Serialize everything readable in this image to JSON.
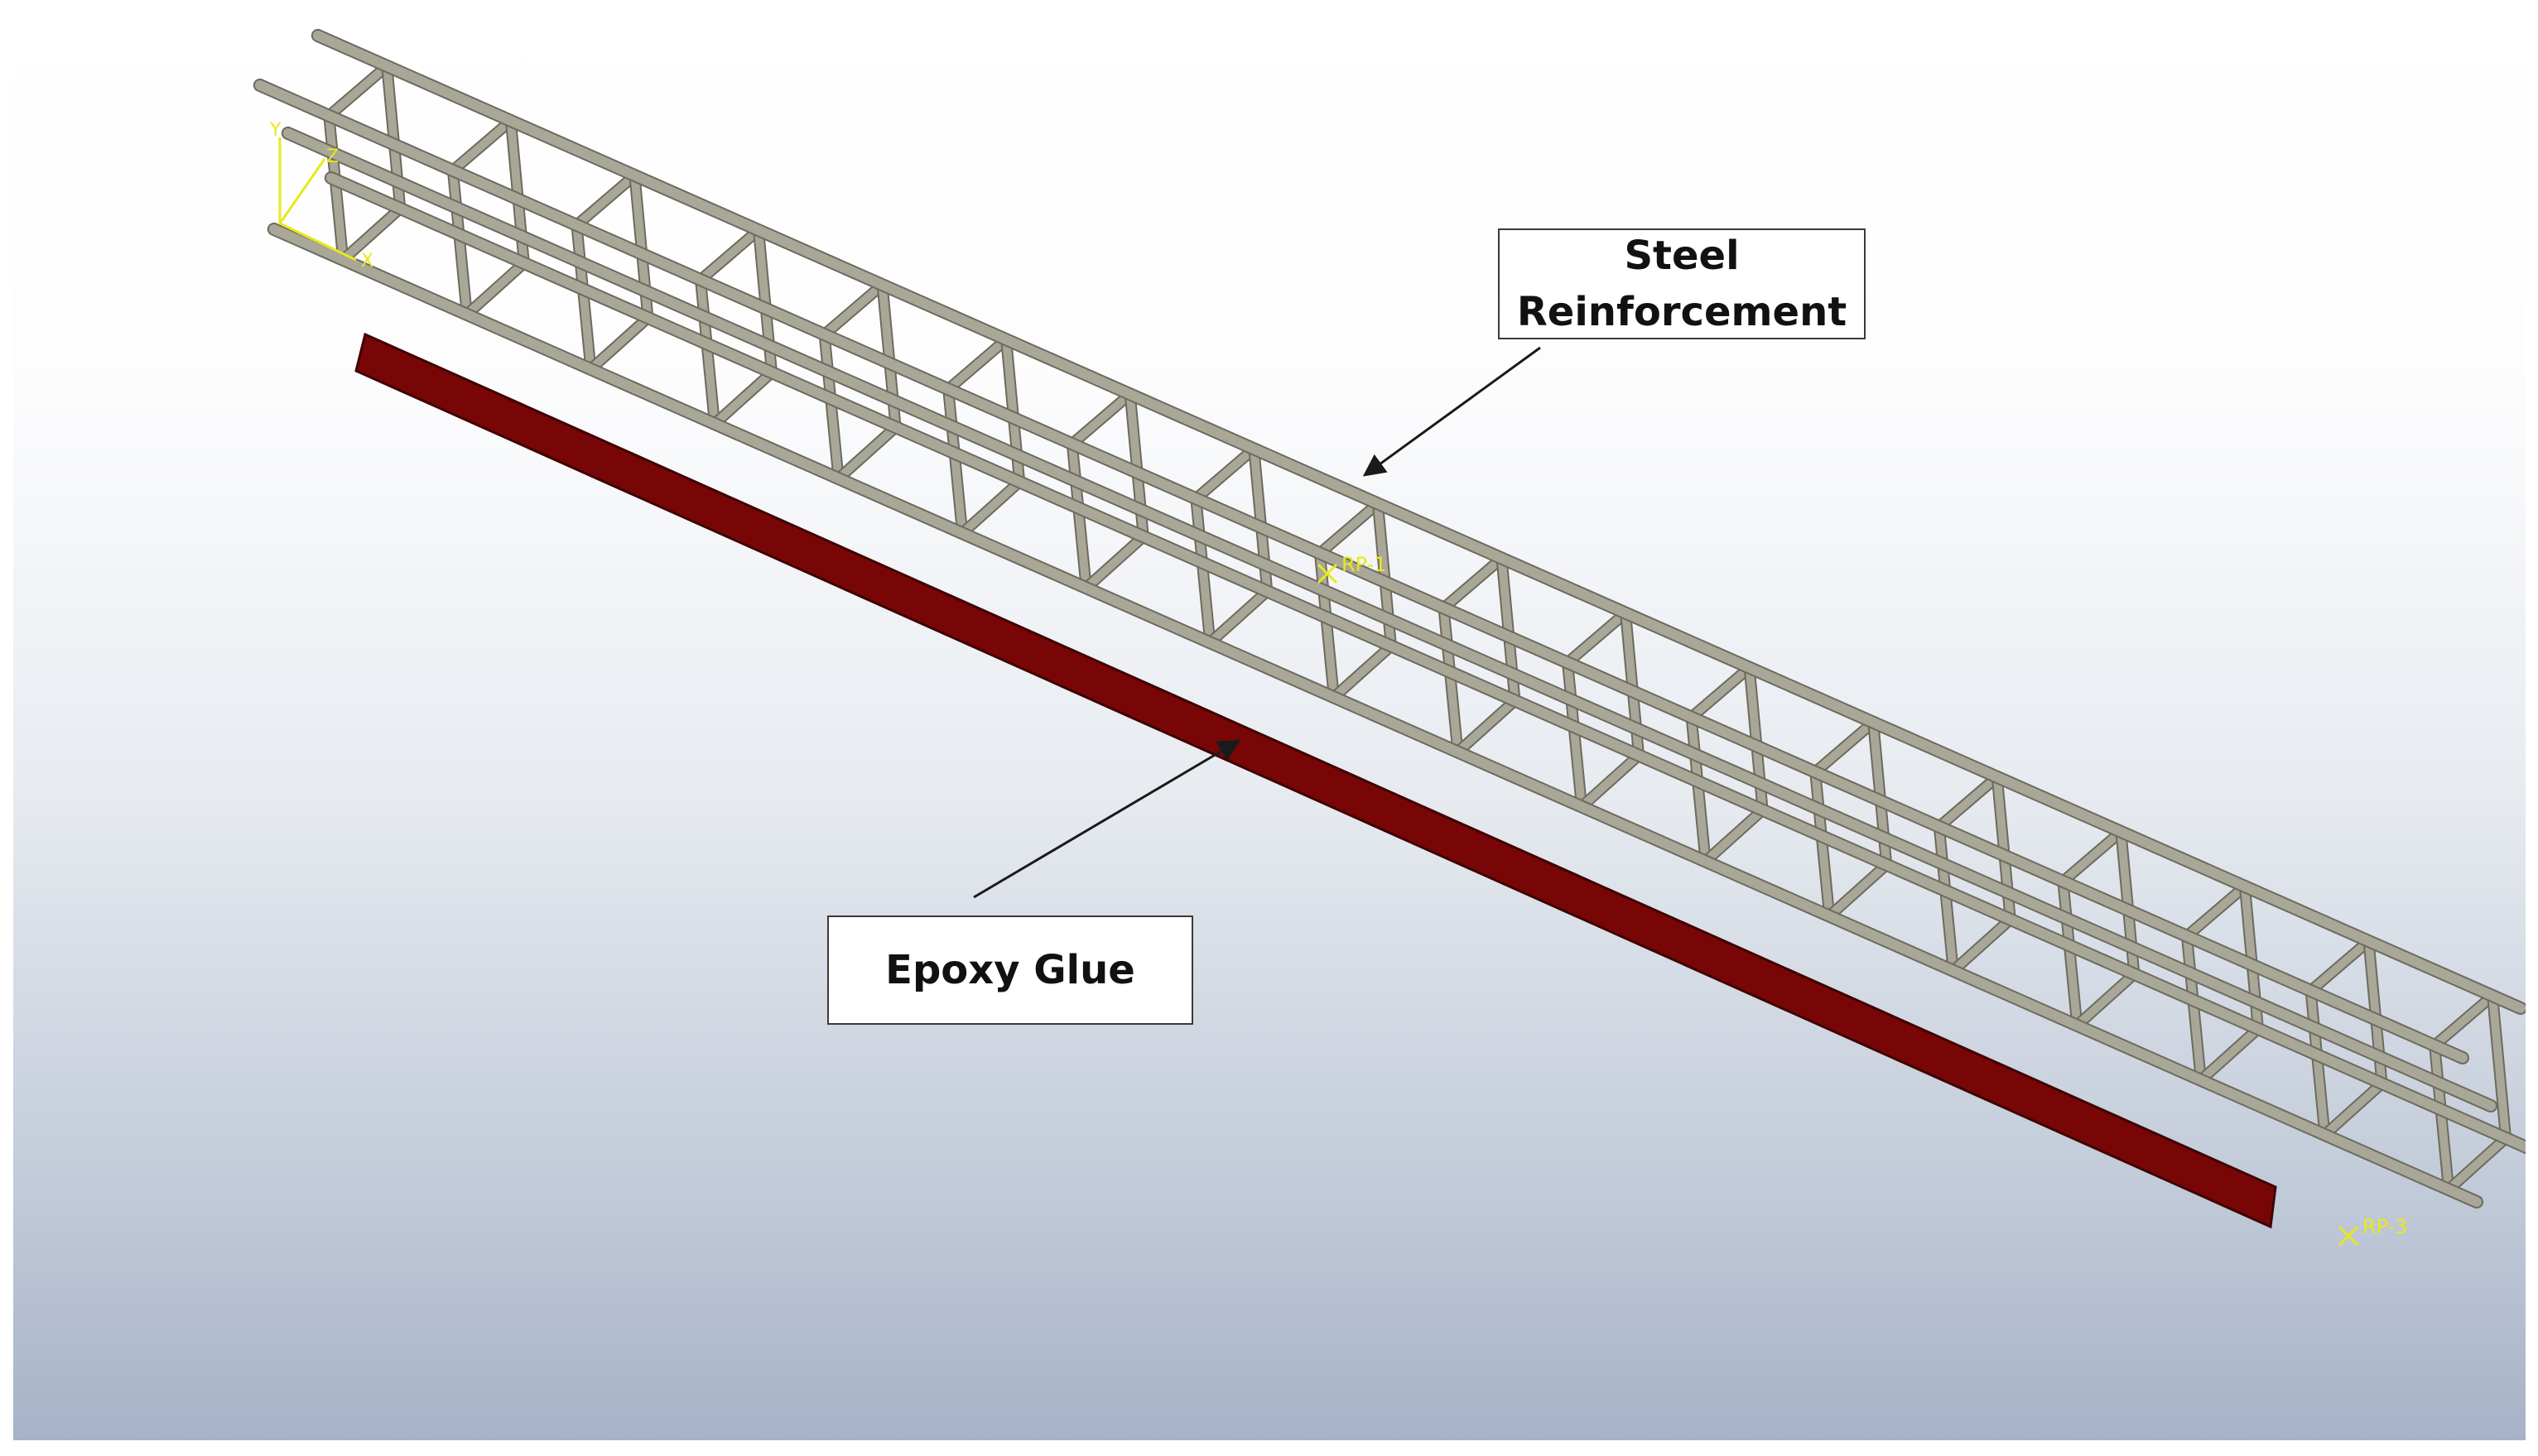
{
  "callouts": {
    "steel": "Steel Reinforcement",
    "epoxy": "Epoxy Glue"
  },
  "reference_points": {
    "rp1": "RP-1",
    "rp3": "RP-3"
  },
  "triad": {
    "y": "Y",
    "z": "Z",
    "x": "X"
  },
  "colors": {
    "steel": "#a9a797",
    "steel_edge": "#6d6b5f",
    "epoxy": "#780606",
    "epoxy_edge": "#3f0202",
    "annotation": "#e8e81c",
    "leader": "#1a1a1a"
  }
}
